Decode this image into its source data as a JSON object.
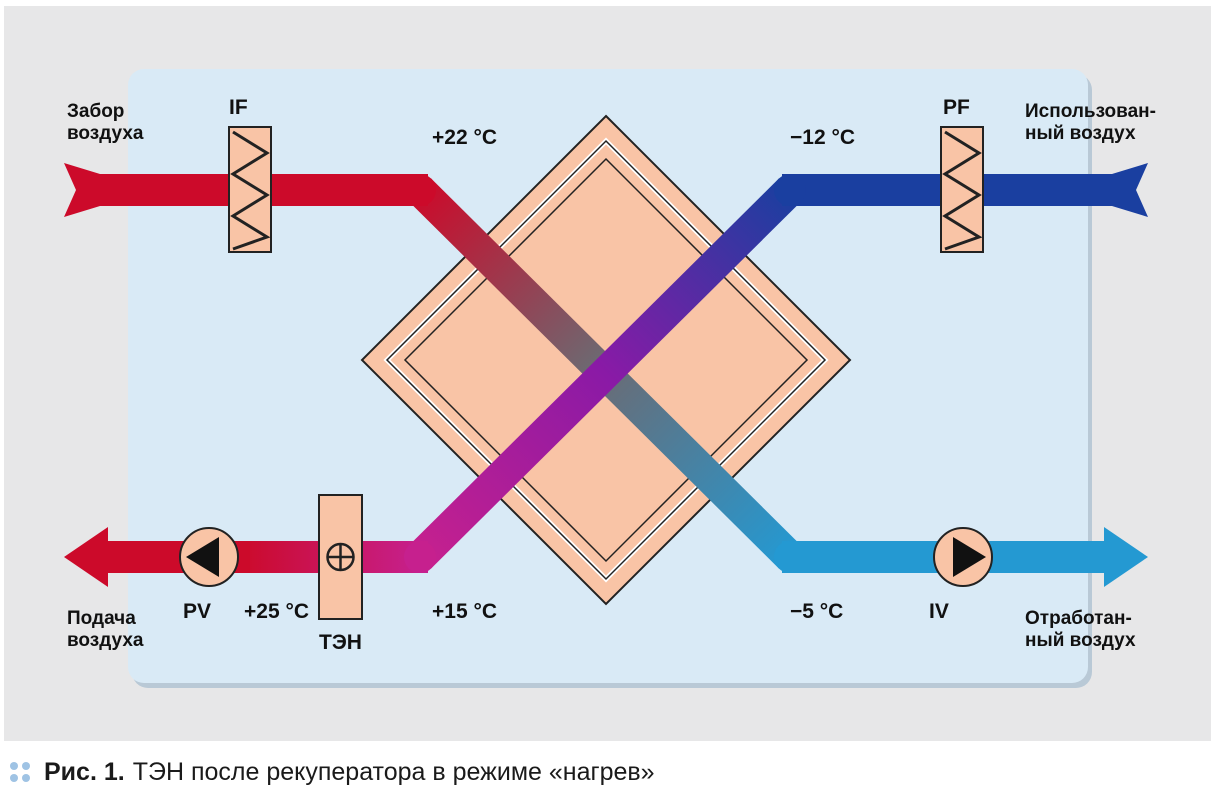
{
  "labels": {
    "intake": [
      "Забор",
      "воздуха"
    ],
    "used": [
      "Использован-",
      "ный воздух"
    ],
    "supply": [
      "Подача",
      "воздуха"
    ],
    "exhaust": [
      "Отработан-",
      "ный воздух"
    ],
    "if_filter": "IF",
    "pf_filter": "PF",
    "pv_fan": "PV",
    "iv_fan": "IV",
    "heater": "ТЭН"
  },
  "temperatures": {
    "intake_after_filter": "+22 °C",
    "outdoor": "−12 °C",
    "supply_after_recuperator": "+15 °C",
    "supply_after_heater": "+25 °C",
    "exhaust": "−5 °C"
  },
  "caption": {
    "number": "Рис. 1.",
    "text": "ТЭН после рекуператора в режиме «нагрев»"
  },
  "colors": {
    "warm": "#cc0a2a",
    "cold": "#1a3fa0",
    "mixed_exhaust": "#2a9ad0",
    "supply_heated": "#c6208e",
    "component_fill": "#f9c4a6",
    "panel": "#d9eaf6",
    "outer_background": "#e7e7e8",
    "caption_dots": "#9fc3e4"
  }
}
